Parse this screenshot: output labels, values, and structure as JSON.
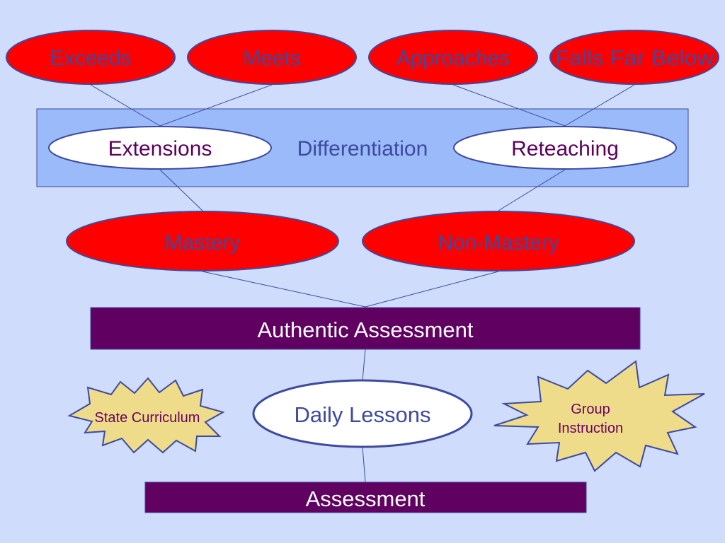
{
  "colors": {
    "background": "#cfdcfb",
    "red_oval": "#ff0000",
    "oval_stroke": "#3d4a9e",
    "band": "#9abaf9",
    "bar": "#600060",
    "star": "#eedc8a"
  },
  "levels": [
    "Exceeds",
    "Meets",
    "Approaches",
    "Falls Far Below"
  ],
  "differentiation": {
    "label": "Differentiation",
    "extensions": "Extensions",
    "reteaching": "Reteaching"
  },
  "outcomes": [
    "Mastery",
    "Non-Mastery"
  ],
  "authentic_assessment": "Authentic Assessment",
  "daily_lessons": "Daily Lessons",
  "assessment": "Assessment",
  "state_curriculum": "State Curriculum",
  "group_instruction": [
    "Group",
    "Instruction"
  ]
}
